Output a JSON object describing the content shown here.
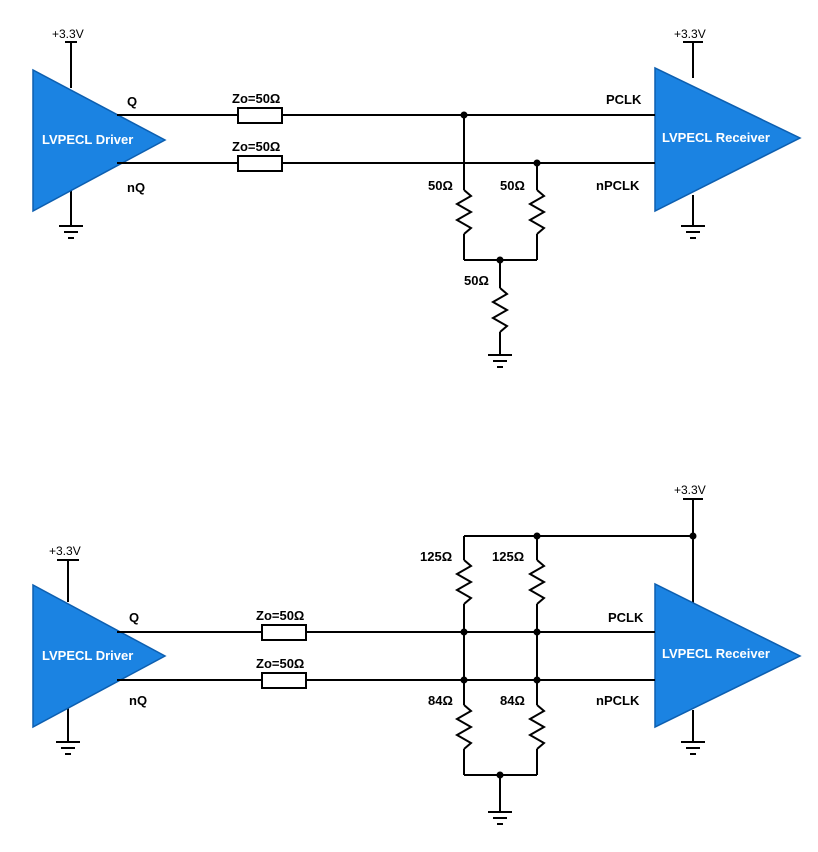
{
  "top": {
    "driver": {
      "label": "LVPECL Driver",
      "supply": "+3.3V",
      "out_pos": "Q",
      "out_neg": "nQ"
    },
    "receiver": {
      "label": "LVPECL Receiver",
      "supply": "+3.3V",
      "in_pos": "PCLK",
      "in_neg": "nPCLK"
    },
    "line_pos": "Zo=50Ω",
    "line_neg": "Zo=50Ω",
    "r_pos": "50Ω",
    "r_neg": "50Ω",
    "r_common": "50Ω"
  },
  "bottom": {
    "driver": {
      "label": "LVPECL Driver",
      "supply": "+3.3V",
      "out_pos": "Q",
      "out_neg": "nQ"
    },
    "receiver": {
      "label": "LVPECL Receiver",
      "supply": "+3.3V",
      "in_pos": "PCLK",
      "in_neg": "nPCLK"
    },
    "termination_supply": "+3.3V",
    "line_pos": "Zo=50Ω",
    "line_neg": "Zo=50Ω",
    "r_pullup_pos": "125Ω",
    "r_pullup_neg": "125Ω",
    "r_pulldown_pos": "84Ω",
    "r_pulldown_neg": "84Ω"
  }
}
